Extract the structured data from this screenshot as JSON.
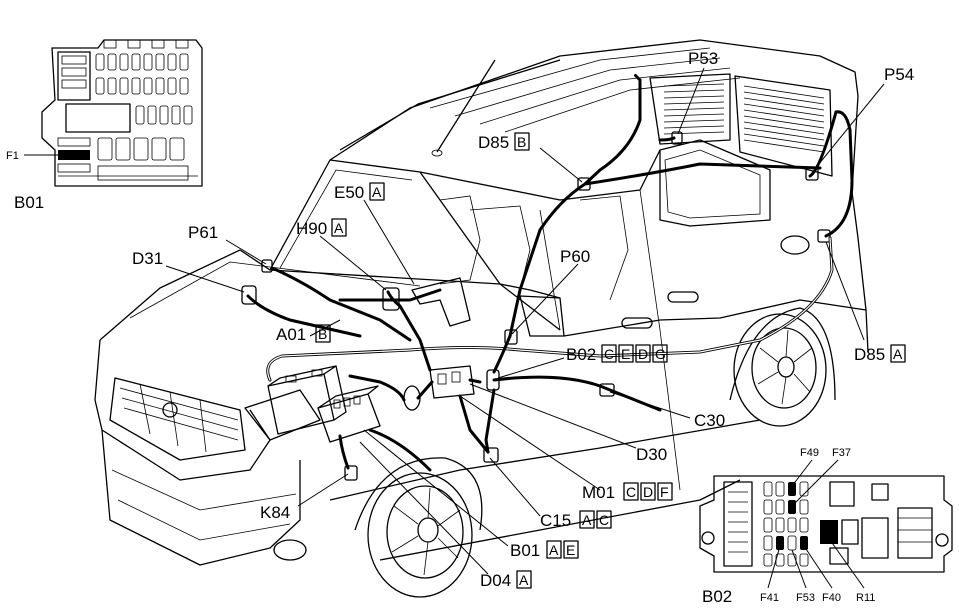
{
  "labels": {
    "b01_fusebox": "B01",
    "f1": "F1",
    "p61": "P61",
    "d31": "D31",
    "h90": "H90",
    "h90_tag": "A",
    "e50": "E50",
    "e50_tag": "A",
    "d85_top": "D85",
    "d85_top_tag": "B",
    "p53": "P53",
    "p54": "P54",
    "p60": "P60",
    "a01": "A01",
    "a01_tag": "B",
    "b02_conn": "B02",
    "b02_tags": [
      "C",
      "E",
      "D",
      "G"
    ],
    "d85_right": "D85",
    "d85_right_tag": "A",
    "c30": "C30",
    "d30": "D30",
    "m01": "M01",
    "m01_tags": [
      "C",
      "D",
      "F"
    ],
    "c15": "C15",
    "c15_tags": [
      "A",
      "C"
    ],
    "k84": "K84",
    "b01_conn": "B01",
    "b01_tags": [
      "A",
      "E"
    ],
    "d04": "D04",
    "d04_tag": "A",
    "b02_fusebox": "B02",
    "f49": "F49",
    "f37": "F37",
    "f41": "F41",
    "f53": "F53",
    "f40": "F40",
    "r11": "R11"
  }
}
